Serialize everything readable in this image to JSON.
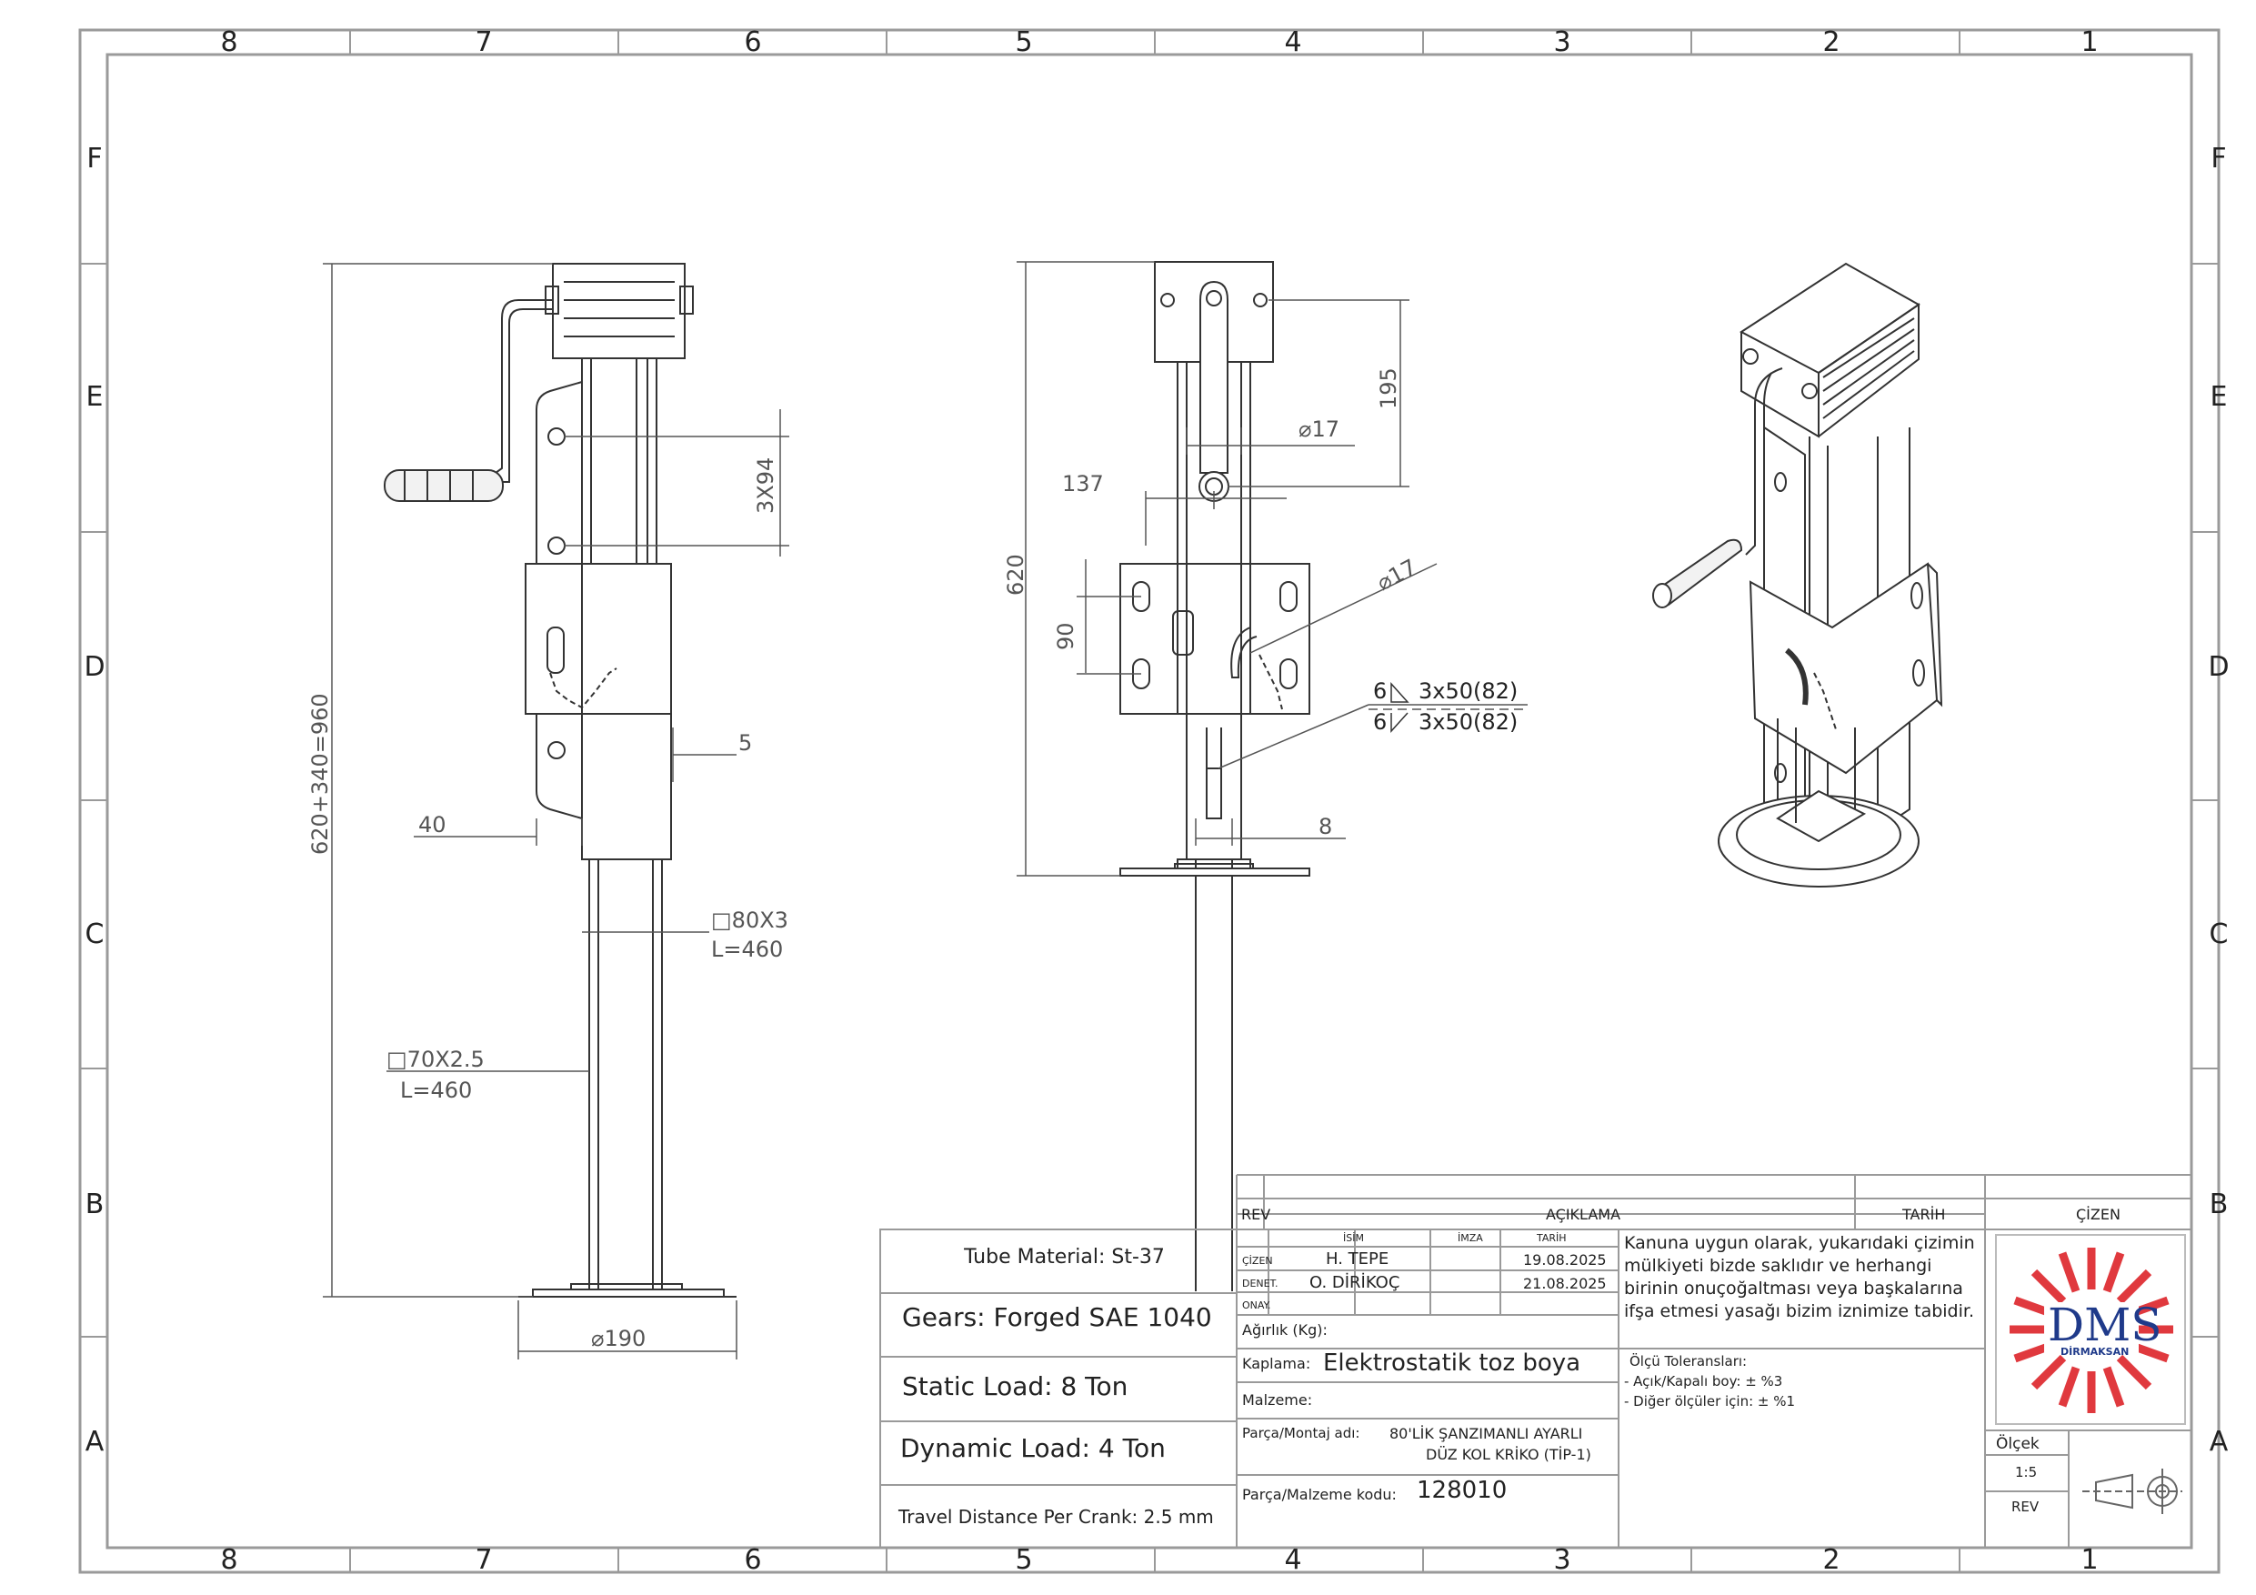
{
  "border": {
    "columns": [
      "8",
      "7",
      "6",
      "5",
      "4",
      "3",
      "2",
      "1"
    ],
    "rows": [
      "F",
      "E",
      "D",
      "C",
      "B",
      "A"
    ]
  },
  "dimensions": {
    "total_height": "620+340=960",
    "hole_pitch": "3X94",
    "plate_offset": "5",
    "lug_offset": "40",
    "outer_tube": "□80X3",
    "outer_tube_length": "L=460",
    "inner_tube": "□70X2.5",
    "inner_tube_length": "L=460",
    "foot_diameter": "⌀190",
    "top_to_pin": "195",
    "pin_hole_1": "⌀17",
    "crank_offset": "137",
    "front_height": "620",
    "plate_hole_spacing": "90",
    "pin_hole_2": "⌀17",
    "weld_1_size": "6",
    "weld_1_spec": "3x50(82)",
    "weld_2_size": "6",
    "weld_2_spec": "3x50(82)",
    "tube_gap": "8"
  },
  "specs": {
    "tube_material": "Tube Material: St-37",
    "gears": "Gears: Forged SAE 1040",
    "static_load": "Static Load: 8 Ton",
    "dynamic_load": "Dynamic Load: 4 Ton",
    "travel": "Travel Distance Per Crank: 2.5 mm"
  },
  "title_block": {
    "rev_header": "REV",
    "description_header": "AÇIKLAMA",
    "date_header": "TARİH",
    "drawn_header": "ÇİZEN",
    "name_col": "İSİM",
    "signature_col": "İMZA",
    "date_col": "TARİH",
    "drawn_label": "ÇİZEN",
    "drawn_name": "H. TEPE",
    "drawn_date": "19.08.2025",
    "checked_label": "DENET.",
    "checked_name": "O. DİRİKOÇ",
    "checked_date": "21.08.2025",
    "approved_label": "ONAY.",
    "weight_label": "Ağırlık (Kg):",
    "coating_label": "Kaplama:",
    "coating_value": "Elektrostatik toz boya",
    "material_label": "Malzeme:",
    "part_name_label": "Parça/Montaj adı:",
    "part_name_line1": "80'LİK ŞANZIMANLI AYARLI",
    "part_name_line2": "DÜZ KOL KRİKO (TİP-1)",
    "part_code_label": "Parça/Malzeme kodu:",
    "part_code": "128010",
    "copyright_lines": [
      "Kanuna uygun olarak, yukarıdaki çizimin",
      "mülkiyeti bizde saklıdır ve herhangi",
      "birinin onuçoğaltması veya başkalarına",
      "ifşa etmesi yasağı bizim iznimize tabidir."
    ],
    "tolerance_title": "Ölçü Toleransları:",
    "tolerance_1": "- Açık/Kapalı boy: ± %3",
    "tolerance_2": "- Diğer ölçüler için: ± %1",
    "scale_label": "Ölçek",
    "scale_value": "1:5",
    "rev_label": "REV",
    "logo_text": "DMS",
    "logo_sub": "DİRMAKSAN"
  },
  "colors": {
    "logo_red": "#e0393e",
    "logo_blue": "#1f3a8a",
    "border_gray": "#9a9a9a"
  }
}
